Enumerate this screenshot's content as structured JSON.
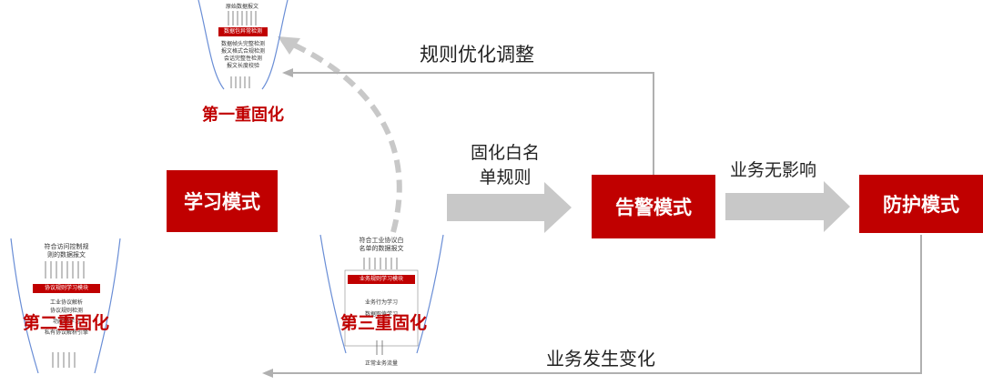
{
  "modes": {
    "learn": "学习模式",
    "alert": "告警模式",
    "protect": "防护模式"
  },
  "arrows": {
    "optimize": "规则优化调整",
    "whitelist_line1": "固化白名",
    "whitelist_line2": "单规则",
    "no_impact": "业务无影响",
    "change": "业务发生变化"
  },
  "funnels": {
    "first": {
      "label": "第一重固化",
      "input": "原始数据报文",
      "module": "数据包异常检测",
      "items": [
        "数据帧头完整检测",
        "报文格式合规检测",
        "会话完整性检测",
        "报文长度校验"
      ]
    },
    "second": {
      "label": "第二重固化",
      "input_line1": "符合访问控制规",
      "input_line2": "则的数据报文",
      "module": "协议规则学习模块",
      "items": [
        "工业协议解析",
        "协议规则检测",
        "功能码学习",
        "私有协议解析引擎"
      ]
    },
    "third": {
      "label": "第三重固化",
      "input_line1": "符合工业协议白",
      "input_line2": "名单的数据报文",
      "module": "业务规则学习模块",
      "items": [
        "业务行为学习",
        "数据取值学习"
      ],
      "output": "正常业务流量"
    }
  },
  "colors": {
    "accent": "#c00000",
    "gray_arrow": "#c8c8c8",
    "line": "#b0b0b0"
  }
}
